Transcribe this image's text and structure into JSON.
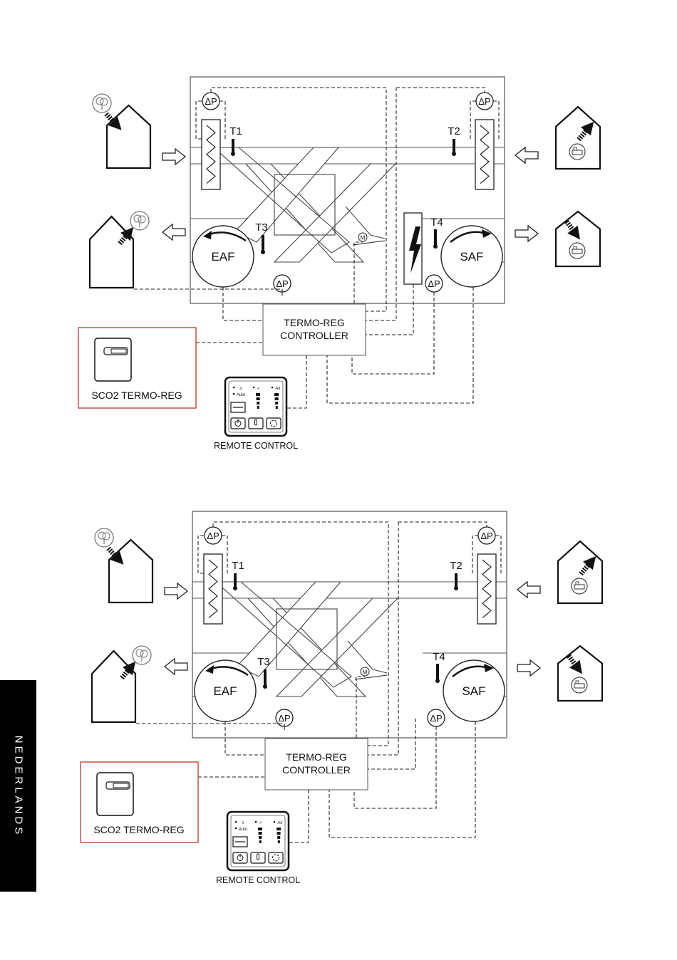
{
  "side_tab": {
    "label": "NEDERLANDS"
  },
  "diagrams": [
    {
      "dp_label": "ΔP",
      "sensors": [
        "T1",
        "T2",
        "T3",
        "T4"
      ],
      "fans": {
        "exhaust": "EAF",
        "supply": "SAF"
      },
      "motor_label": "M",
      "controller": {
        "line1": "TERMO-REG",
        "line2": "CONTROLLER"
      },
      "sensor_box_label": "SCO2 TERMO-REG",
      "remote_label": "REMOTE CONTROL",
      "remote_small_labels": [
        "Air",
        "Auto"
      ]
    },
    {
      "dp_label": "ΔP",
      "sensors": [
        "T1",
        "T2",
        "T3",
        "T4"
      ],
      "fans": {
        "exhaust": "EAF",
        "supply": "SAF"
      },
      "motor_label": "M",
      "controller": {
        "line1": "TERMO-REG",
        "line2": "CONTROLLER"
      },
      "sensor_box_label": "SCO2 TERMO-REG",
      "remote_label": "REMOTE CONTROL",
      "remote_small_labels": [
        "Air",
        "Auto"
      ]
    }
  ]
}
